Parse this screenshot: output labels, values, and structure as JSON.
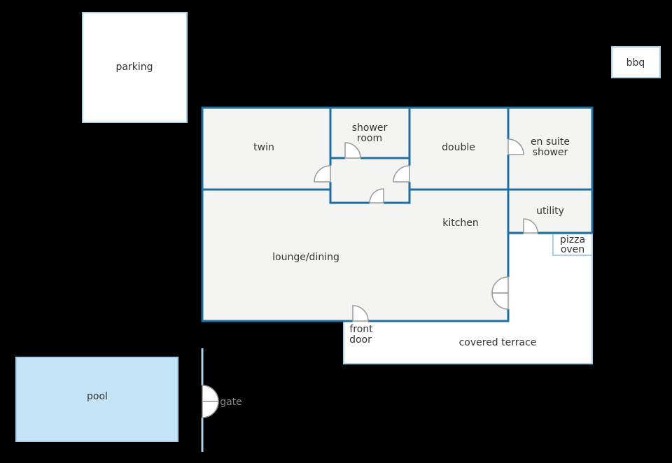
{
  "labels": {
    "parking": "parking",
    "bbq": "bbq",
    "twin": "twin",
    "shower_room_1": "shower",
    "shower_room_2": "room",
    "double": "double",
    "en_suite_1": "en suite",
    "en_suite_2": "shower",
    "utility": "utility",
    "kitchen": "kitchen",
    "pizza_oven_1": "pizza",
    "pizza_oven_2": "oven",
    "lounge_dining": "lounge/dining",
    "front_door_1": "front",
    "front_door_2": "door",
    "covered_terrace": "covered terrace",
    "pool": "pool",
    "gate": "gate"
  },
  "colors": {
    "background": "#000000",
    "wall": "#1f6fa3",
    "light_outline": "#a9cfe8",
    "room_fill": "#f4f4f3",
    "white_fill": "#ffffff",
    "pool_fill": "#c5e3f6",
    "door": "#9a9a9a",
    "text": "#333333",
    "gate_text": "#888888"
  }
}
